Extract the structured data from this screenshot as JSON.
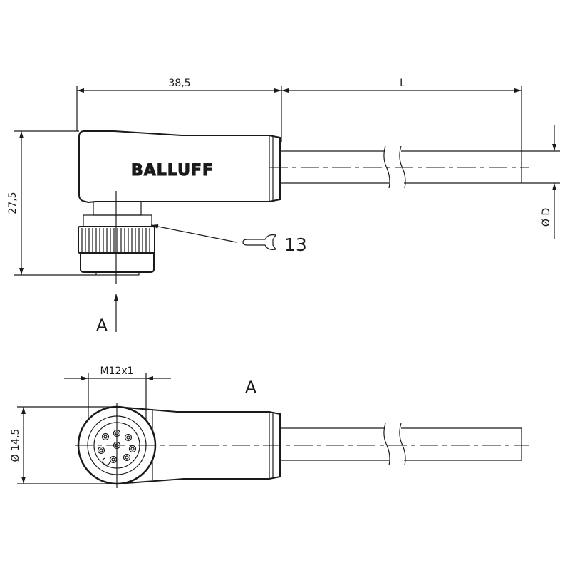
{
  "drawing": {
    "top_view": {
      "dim_length_connector": "38,5",
      "dim_length_cable": "L",
      "dim_height": "27,5",
      "dim_cable_diameter": "Ø D",
      "wrench_size": "13",
      "view_arrow_label": "A",
      "logo": "BALLUFF"
    },
    "front_view": {
      "view_label": "A",
      "thread": "M12x1",
      "dim_diameter": "Ø 14,5"
    },
    "line_color": "#1a1a1a"
  }
}
